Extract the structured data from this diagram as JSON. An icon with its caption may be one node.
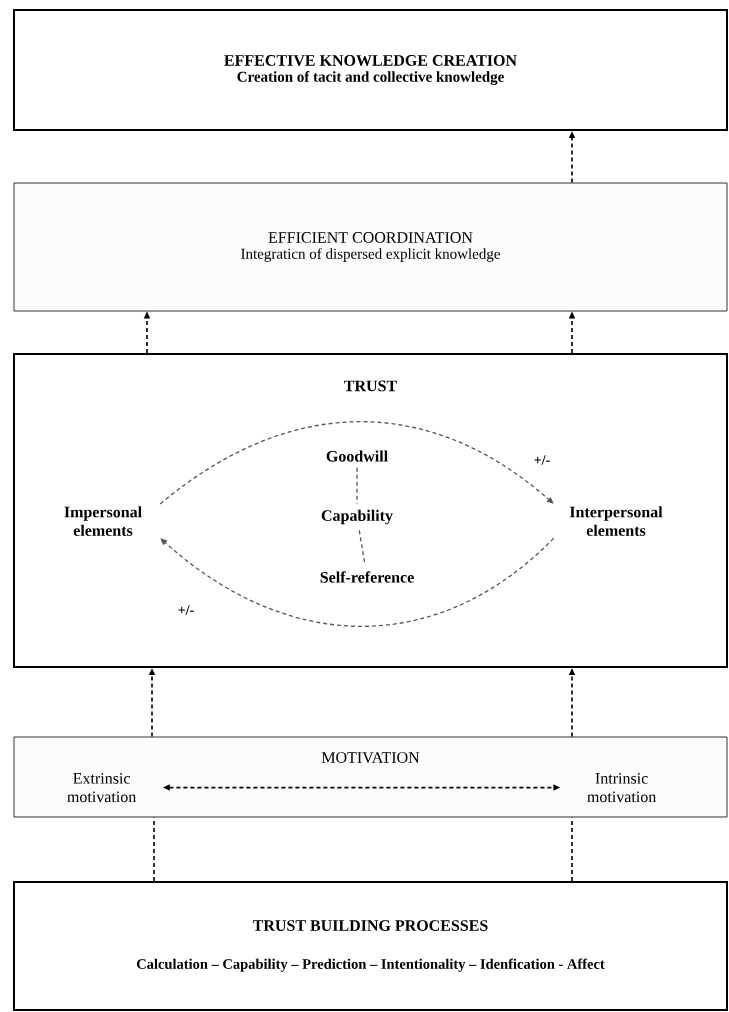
{
  "diagram": {
    "nodes": [
      {
        "text": [
          "EFFECTIVE KNOWLEDGE CREATION",
          "Creation of tacit and collective knowledge"
        ]
      },
      {
        "text": [
          "EFFICIENT COORDINATION",
          "Integraticn of dispersed explicit knowledge"
        ]
      },
      {
        "text": [
          "TRUST"
        ]
      },
      {
        "text": [
          "Impersonal elements"
        ],
        "in": 2
      },
      {
        "text": [
          "Goodwill"
        ],
        "in": 2
      },
      {
        "text": [
          "Capability"
        ],
        "in": 2
      },
      {
        "text": [
          "Self-reference"
        ],
        "in": 2
      },
      {
        "text": [
          "Interpersonal elements"
        ],
        "in": 2
      },
      {
        "text": [
          "MOTIVATION"
        ]
      },
      {
        "text": [
          "Extrinsic motivation"
        ],
        "in": 8
      },
      {
        "text": [
          "Intrinsic motivation"
        ],
        "in": 8
      },
      {
        "text": [
          "TRUST BUILDING PROCESSES",
          "Calculation – Capability – Prediction – Intentionality – Idenfication - Affect"
        ]
      }
    ],
    "edges": [
      {
        "from": 1,
        "to": 0,
        "arrow": "to",
        "style": "dashed"
      },
      {
        "from": 2,
        "to": 1,
        "arrow": "to",
        "style": "dashed"
      },
      {
        "from": 2,
        "to": 1,
        "arrow": "to",
        "style": "dashed"
      },
      {
        "from": 3,
        "to": 7,
        "arrow": "to",
        "style": "dashed",
        "color": "#555555",
        "label": "+/-"
      },
      {
        "from": 7,
        "to": 3,
        "arrow": "to",
        "style": "dashed",
        "color": "#555555",
        "label": "+/-"
      },
      {
        "from": 4,
        "to": 5,
        "arrow": "none",
        "style": "dashed",
        "color": "#555555"
      },
      {
        "from": 5,
        "to": 6,
        "arrow": "none",
        "style": "dashed",
        "color": "#555555"
      },
      {
        "from": 8,
        "to": 2,
        "arrow": "to",
        "style": "dashed"
      },
      {
        "from": 8,
        "to": 2,
        "arrow": "to",
        "style": "dashed"
      },
      {
        "from": 9,
        "to": 10,
        "arrow": "both",
        "style": "dashed"
      },
      {
        "from": 11,
        "to": 8,
        "arrow": "none",
        "style": "dashed"
      },
      {
        "from": 11,
        "to": 8,
        "arrow": "none",
        "style": "dashed"
      }
    ]
  }
}
